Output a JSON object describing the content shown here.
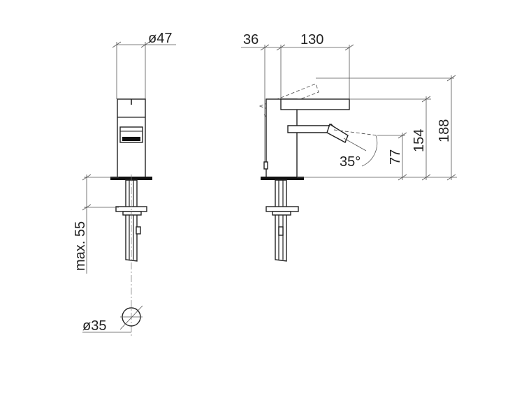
{
  "drawing": {
    "front_view": {
      "top_diameter": "ø47",
      "max_depth": "max. 55",
      "hole_diameter": "ø35"
    },
    "side_view": {
      "lever_offset": "36",
      "spout_reach": "130",
      "swivel_angle": "35°",
      "spout_height": "77",
      "body_height": "154",
      "total_height": "188"
    }
  }
}
